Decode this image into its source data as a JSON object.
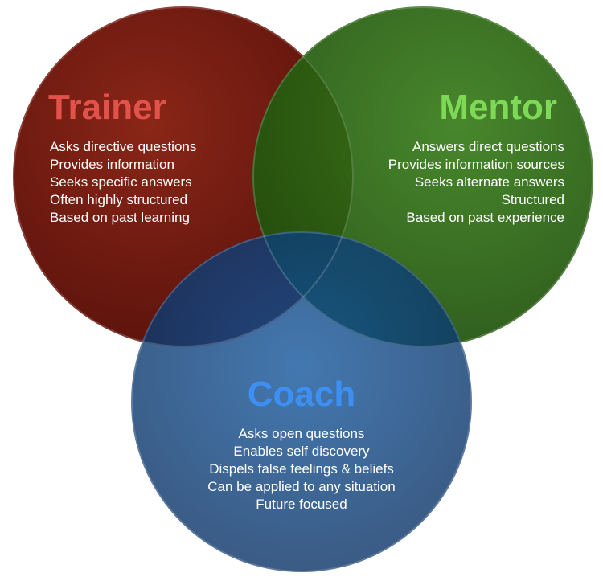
{
  "colors": {
    "trainer_fill": "#7a1d12",
    "trainer_title": "#e2524b",
    "mentor_fill": "#2e6a14",
    "mentor_title": "#7ed957",
    "coach_fill": "#0d3f7a",
    "coach_title": "#3d8ff2"
  },
  "trainer": {
    "title": "Trainer",
    "items": [
      "Asks directive questions",
      "Provides information",
      "Seeks specific answers",
      "Often highly structured",
      "Based on past learning"
    ]
  },
  "mentor": {
    "title": "Mentor",
    "items": [
      "Answers direct questions",
      "Provides information sources",
      "Seeks alternate answers",
      "Structured",
      "Based on past experience"
    ]
  },
  "coach": {
    "title": "Coach",
    "items": [
      "Asks open questions",
      "Enables self discovery",
      "Dispels false feelings & beliefs",
      "Can be applied to any situation",
      "Future focused"
    ]
  }
}
